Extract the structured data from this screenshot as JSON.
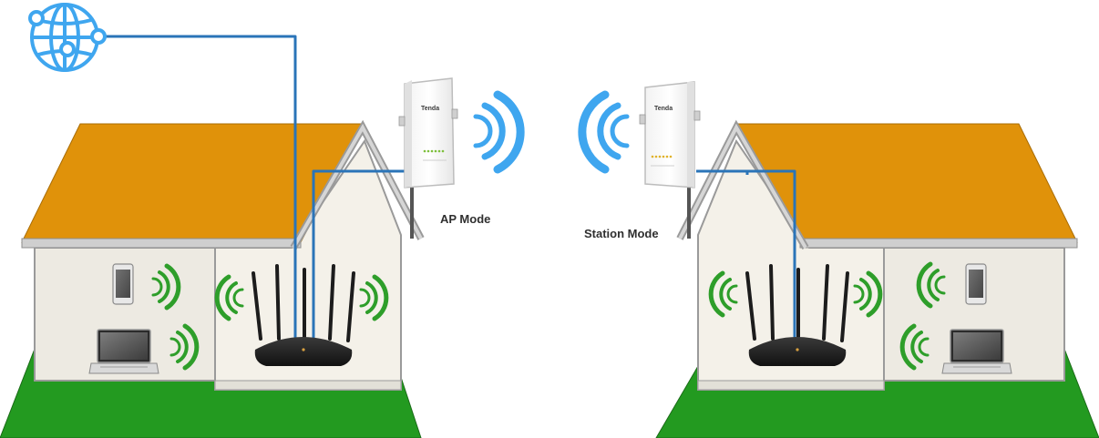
{
  "labels": {
    "ap_mode": "AP Mode",
    "station_mode": "Station Mode"
  },
  "device_brand": "Tenda",
  "colors": {
    "roof": "#E0920A",
    "wall": "#F4F1E9",
    "wall_side": "#EDEAE2",
    "trim": "#9A9A9A",
    "grass": "#239A20",
    "cable": "#2A74B8",
    "wifi_green": "#2E9E2A",
    "wifi_blue": "#3FA6EF",
    "router": "#1C1C1C"
  },
  "icons": [
    "globe-icon",
    "wifi-signal-icon",
    "router-icon",
    "smartphone-icon",
    "laptop-icon",
    "cpe-device-icon"
  ]
}
